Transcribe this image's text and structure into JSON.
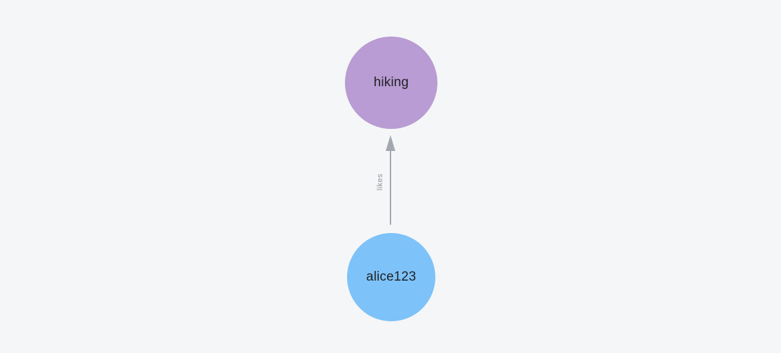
{
  "canvas": {
    "background_color": "#f5f6f7"
  },
  "graph": {
    "nodes": [
      {
        "id": "hiking",
        "label": "hiking",
        "color": "#b99cd3",
        "text_color": "#1f2125"
      },
      {
        "id": "alice123",
        "label": "alice123",
        "color": "#7dc2f8",
        "text_color": "#1f2125"
      }
    ],
    "edges": [
      {
        "label": "likes",
        "from": "alice123",
        "to": "hiking",
        "direction": "up",
        "line_color": "#a3a8b0",
        "label_color": "#8e949c"
      }
    ]
  }
}
